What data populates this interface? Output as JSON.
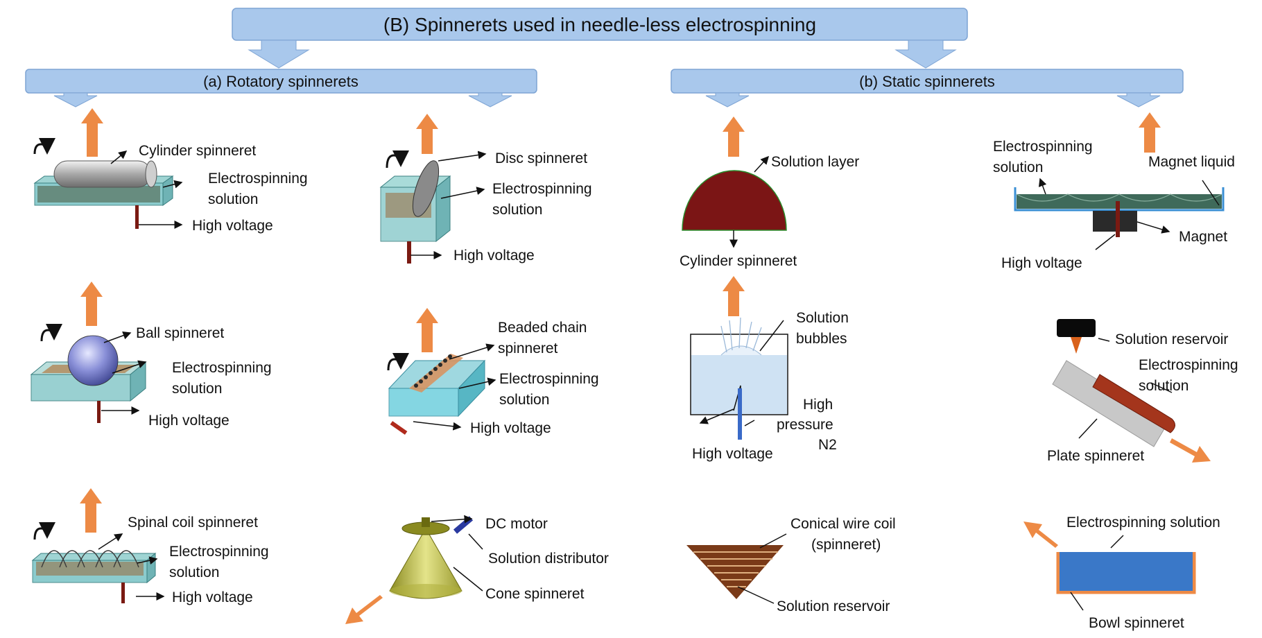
{
  "title": "(B) Spinnerets used in needle-less electrospinning",
  "categories": {
    "rotatory": "(a) Rotatory spinnerets",
    "static": "(b) Static spinnerets"
  },
  "labels": {
    "cylinder_spinneret": "Cylinder spinneret",
    "electrospinning": "Electrospinning",
    "solution": "solution",
    "high_voltage": "High voltage",
    "disc_spinneret": "Disc spinneret",
    "ball_spinneret": "Ball spinneret",
    "beaded_chain_1": "Beaded chain",
    "beaded_chain_2": "spinneret",
    "spinal_coil_spinneret": "Spinal coil spinneret",
    "dc_motor": "DC motor",
    "solution_distributor": "Solution distributor",
    "cone_spinneret": "Cone spinneret",
    "solution_layer": "Solution layer",
    "solution_bubbles_1": "Solution",
    "solution_bubbles_2": "bubbles",
    "high_pressure_1": "High",
    "high_pressure_2": "pressure",
    "high_pressure_3": "N2",
    "conical_wire_coil_1": "Conical wire coil",
    "conical_wire_coil_2": "(spinneret)",
    "solution_reservoir": "Solution reservoir",
    "magnet_liquid": "Magnet liquid",
    "magnet": "Magnet",
    "electrospinning_solution": "Electrospinning solution",
    "plate_spinneret": "Plate spinneret",
    "bowl_spinneret": "Bowl spinneret"
  },
  "colors": {
    "banner_fill": "#a9c8ec",
    "banner_stroke": "#7ea4d4",
    "jet_arrow": "#ed8a45",
    "bath_fill": "#7fc6c8",
    "solution_fill": "#9a6a3a",
    "electrode": "#7a1a12",
    "dome": "#7b1515",
    "magnet_liquid_tray": "#3a8fd4",
    "bowl_fill": "#3a78c8"
  }
}
